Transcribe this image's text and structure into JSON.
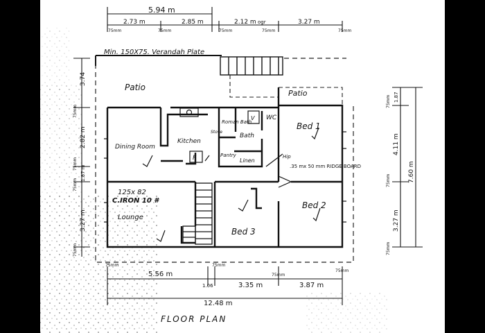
{
  "drawing": {
    "title": "FLOOR   PLAN",
    "note": "Min. 150X75. Verandah Plate",
    "ridge_note": ".35 mx 50 mm RIDGE BOARD",
    "ridge_hint": "Hip",
    "stairs_note": "125x 82",
    "ciron_note": "C.IRON 10 #"
  },
  "rooms": {
    "patio_main": "Patio",
    "patio_right": "Patio",
    "dining": "Dining Room",
    "kitchen": "Kitchen",
    "roman_bath": "Roman Bath",
    "stove": "Stove",
    "pantry": "Pantry",
    "bath": "Bath",
    "wc": "WC",
    "linen": "Linen",
    "bed1": "Bed 1",
    "bed2": "Bed 2",
    "bed3": "Bed 3",
    "lounge": "Lounge",
    "fridge": "F",
    "vanity": "V"
  },
  "dimensions": {
    "top_total": "5.94 m",
    "top_seg1": "2.73 m",
    "top_seg2": "2.85 m",
    "top_seg3": "2.12 m",
    "top_seg3_note": "ogr",
    "top_seg4": "3.27 m",
    "top_mm": [
      "75mm",
      "75mm",
      "75mm",
      "75mm",
      "75mm"
    ],
    "left_seg1": "3.74",
    "left_seg2": "2.82 m",
    "left_seg3": "1.87 m",
    "left_seg4": "3.27 m",
    "left_mm": [
      "75mm",
      "75mm",
      "75mm",
      "75mm"
    ],
    "right_total": "7.60 m",
    "right_seg1": "1.87",
    "right_seg2": "4.11 m",
    "right_seg3": "3.27 m",
    "right_mm": [
      "75mm",
      "75mm",
      "75mm"
    ],
    "bot_seg1": "5.56 m",
    "bot_seg2": "1.06",
    "bot_seg3": "3.35 m",
    "bot_seg4": "3.87 m",
    "bot_total": "12.48 m",
    "bot_mm": [
      "75mm",
      "75mm",
      "75mm",
      "75mm"
    ]
  }
}
